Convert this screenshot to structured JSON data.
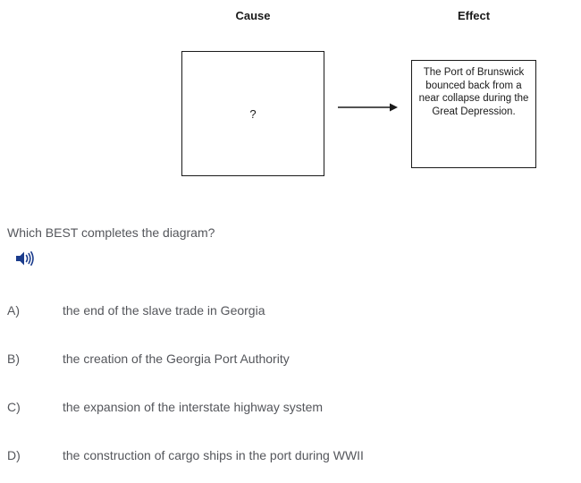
{
  "diagram": {
    "cause_label": "Cause",
    "effect_label": "Effect",
    "cause_text": "?",
    "effect_text": "The Port of Brunswick bounced back from a near collapse during the Great Depression."
  },
  "question": {
    "text": "Which BEST completes the diagram?"
  },
  "icons": {
    "audio": "speaker-icon",
    "arrow": "right-arrow-icon"
  },
  "options": [
    {
      "letter": "A)",
      "text": "the end of the slave trade in Georgia"
    },
    {
      "letter": "B)",
      "text": "the creation of the Georgia Port Authority"
    },
    {
      "letter": "C)",
      "text": "the expansion of the interstate highway system"
    },
    {
      "letter": "D)",
      "text": "the construction of cargo ships in the port during WWII"
    }
  ],
  "colors": {
    "body_text": "#54565b",
    "diagram_text": "#1a1a1a",
    "audio_icon": "#1b3c8c"
  }
}
